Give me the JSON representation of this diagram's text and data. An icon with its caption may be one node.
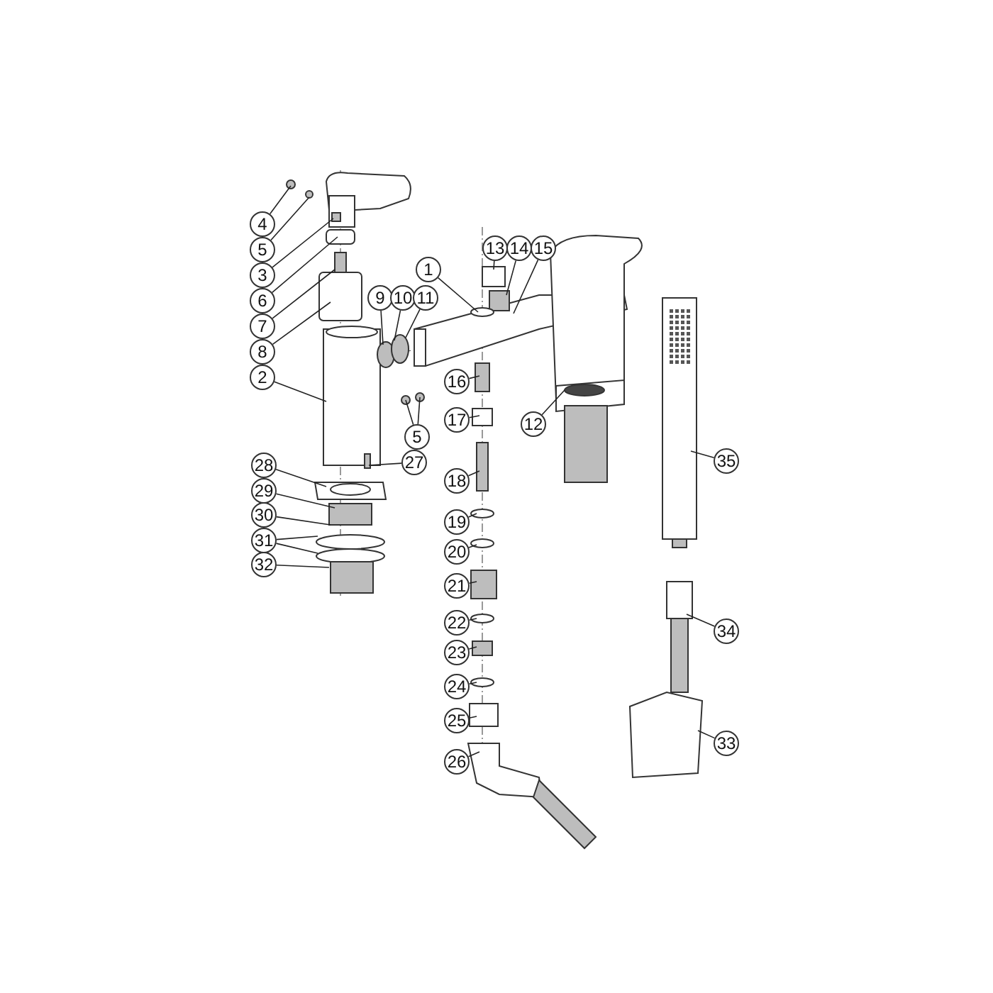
{
  "diagram": {
    "nodes": [
      {
        "text": [
          "4"
        ]
      },
      {
        "text": [
          "5"
        ]
      },
      {
        "text": [
          "3"
        ]
      },
      {
        "text": [
          "13"
        ]
      },
      {
        "text": [
          "14"
        ]
      },
      {
        "text": [
          "15"
        ]
      },
      {
        "text": [
          "6"
        ]
      },
      {
        "text": [
          "1"
        ]
      },
      {
        "text": [
          "9"
        ]
      },
      {
        "text": [
          "10"
        ]
      },
      {
        "text": [
          "11"
        ]
      },
      {
        "text": [
          "7"
        ]
      },
      {
        "text": [
          "8"
        ]
      },
      {
        "text": [
          "2"
        ]
      },
      {
        "text": [
          "16"
        ]
      },
      {
        "text": [
          "17"
        ]
      },
      {
        "text": [
          "12"
        ]
      },
      {
        "text": [
          "5"
        ]
      },
      {
        "text": [
          "27"
        ]
      },
      {
        "text": [
          "35"
        ]
      },
      {
        "text": [
          "28"
        ]
      },
      {
        "text": [
          "18"
        ]
      },
      {
        "text": [
          "29"
        ]
      },
      {
        "text": [
          "30"
        ]
      },
      {
        "text": [
          "19"
        ]
      },
      {
        "text": [
          "31"
        ]
      },
      {
        "text": [
          "20"
        ]
      },
      {
        "text": [
          "32"
        ]
      },
      {
        "text": [
          "21"
        ]
      },
      {
        "text": [
          "22"
        ]
      },
      {
        "text": [
          "34"
        ]
      },
      {
        "text": [
          "23"
        ]
      },
      {
        "text": [
          "24"
        ]
      },
      {
        "text": [
          "25"
        ]
      },
      {
        "text": [
          "33"
        ]
      },
      {
        "text": [
          "26"
        ]
      }
    ],
    "edges": [
      {
        "from": 0,
        "to": null,
        "arrow": "none"
      },
      {
        "from": 1,
        "to": null,
        "arrow": "none"
      },
      {
        "from": 2,
        "to": null,
        "arrow": "none"
      },
      {
        "from": 3,
        "to": null,
        "arrow": "none"
      },
      {
        "from": 4,
        "to": null,
        "arrow": "none"
      },
      {
        "from": 5,
        "to": null,
        "arrow": "none"
      },
      {
        "from": 6,
        "to": null,
        "arrow": "none"
      },
      {
        "from": 7,
        "to": null,
        "arrow": "none"
      },
      {
        "from": 8,
        "to": null,
        "arrow": "none"
      },
      {
        "from": 9,
        "to": null,
        "arrow": "none"
      },
      {
        "from": 10,
        "to": null,
        "arrow": "none"
      },
      {
        "from": 11,
        "to": null,
        "arrow": "none"
      },
      {
        "from": 12,
        "to": null,
        "arrow": "none"
      },
      {
        "from": 13,
        "to": null,
        "arrow": "none"
      },
      {
        "from": 14,
        "to": null,
        "arrow": "none"
      },
      {
        "from": 15,
        "to": null,
        "arrow": "none"
      },
      {
        "from": 16,
        "to": null,
        "arrow": "none"
      },
      {
        "from": 17,
        "to": null,
        "arrow": "none"
      },
      {
        "from": 17,
        "to": null,
        "arrow": "none"
      },
      {
        "from": 18,
        "to": null,
        "arrow": "none"
      },
      {
        "from": 19,
        "to": null,
        "arrow": "none"
      },
      {
        "from": 20,
        "to": null,
        "arrow": "none"
      },
      {
        "from": 21,
        "to": null,
        "arrow": "none"
      },
      {
        "from": 22,
        "to": null,
        "arrow": "none"
      },
      {
        "from": 23,
        "to": null,
        "arrow": "none"
      },
      {
        "from": 24,
        "to": null,
        "arrow": "none"
      },
      {
        "from": 25,
        "to": null,
        "arrow": "none"
      },
      {
        "from": 25,
        "to": null,
        "arrow": "none"
      },
      {
        "from": 26,
        "to": null,
        "arrow": "none"
      },
      {
        "from": 27,
        "to": null,
        "arrow": "none"
      },
      {
        "from": 28,
        "to": null,
        "arrow": "none"
      },
      {
        "from": 29,
        "to": null,
        "arrow": "none"
      },
      {
        "from": 30,
        "to": null,
        "arrow": "none"
      },
      {
        "from": 31,
        "to": null,
        "arrow": "none"
      },
      {
        "from": 32,
        "to": null,
        "arrow": "none"
      },
      {
        "from": 33,
        "to": null,
        "arrow": "none"
      },
      {
        "from": 34,
        "to": null,
        "arrow": "none"
      },
      {
        "from": 35,
        "to": null,
        "arrow": "none"
      }
    ]
  }
}
